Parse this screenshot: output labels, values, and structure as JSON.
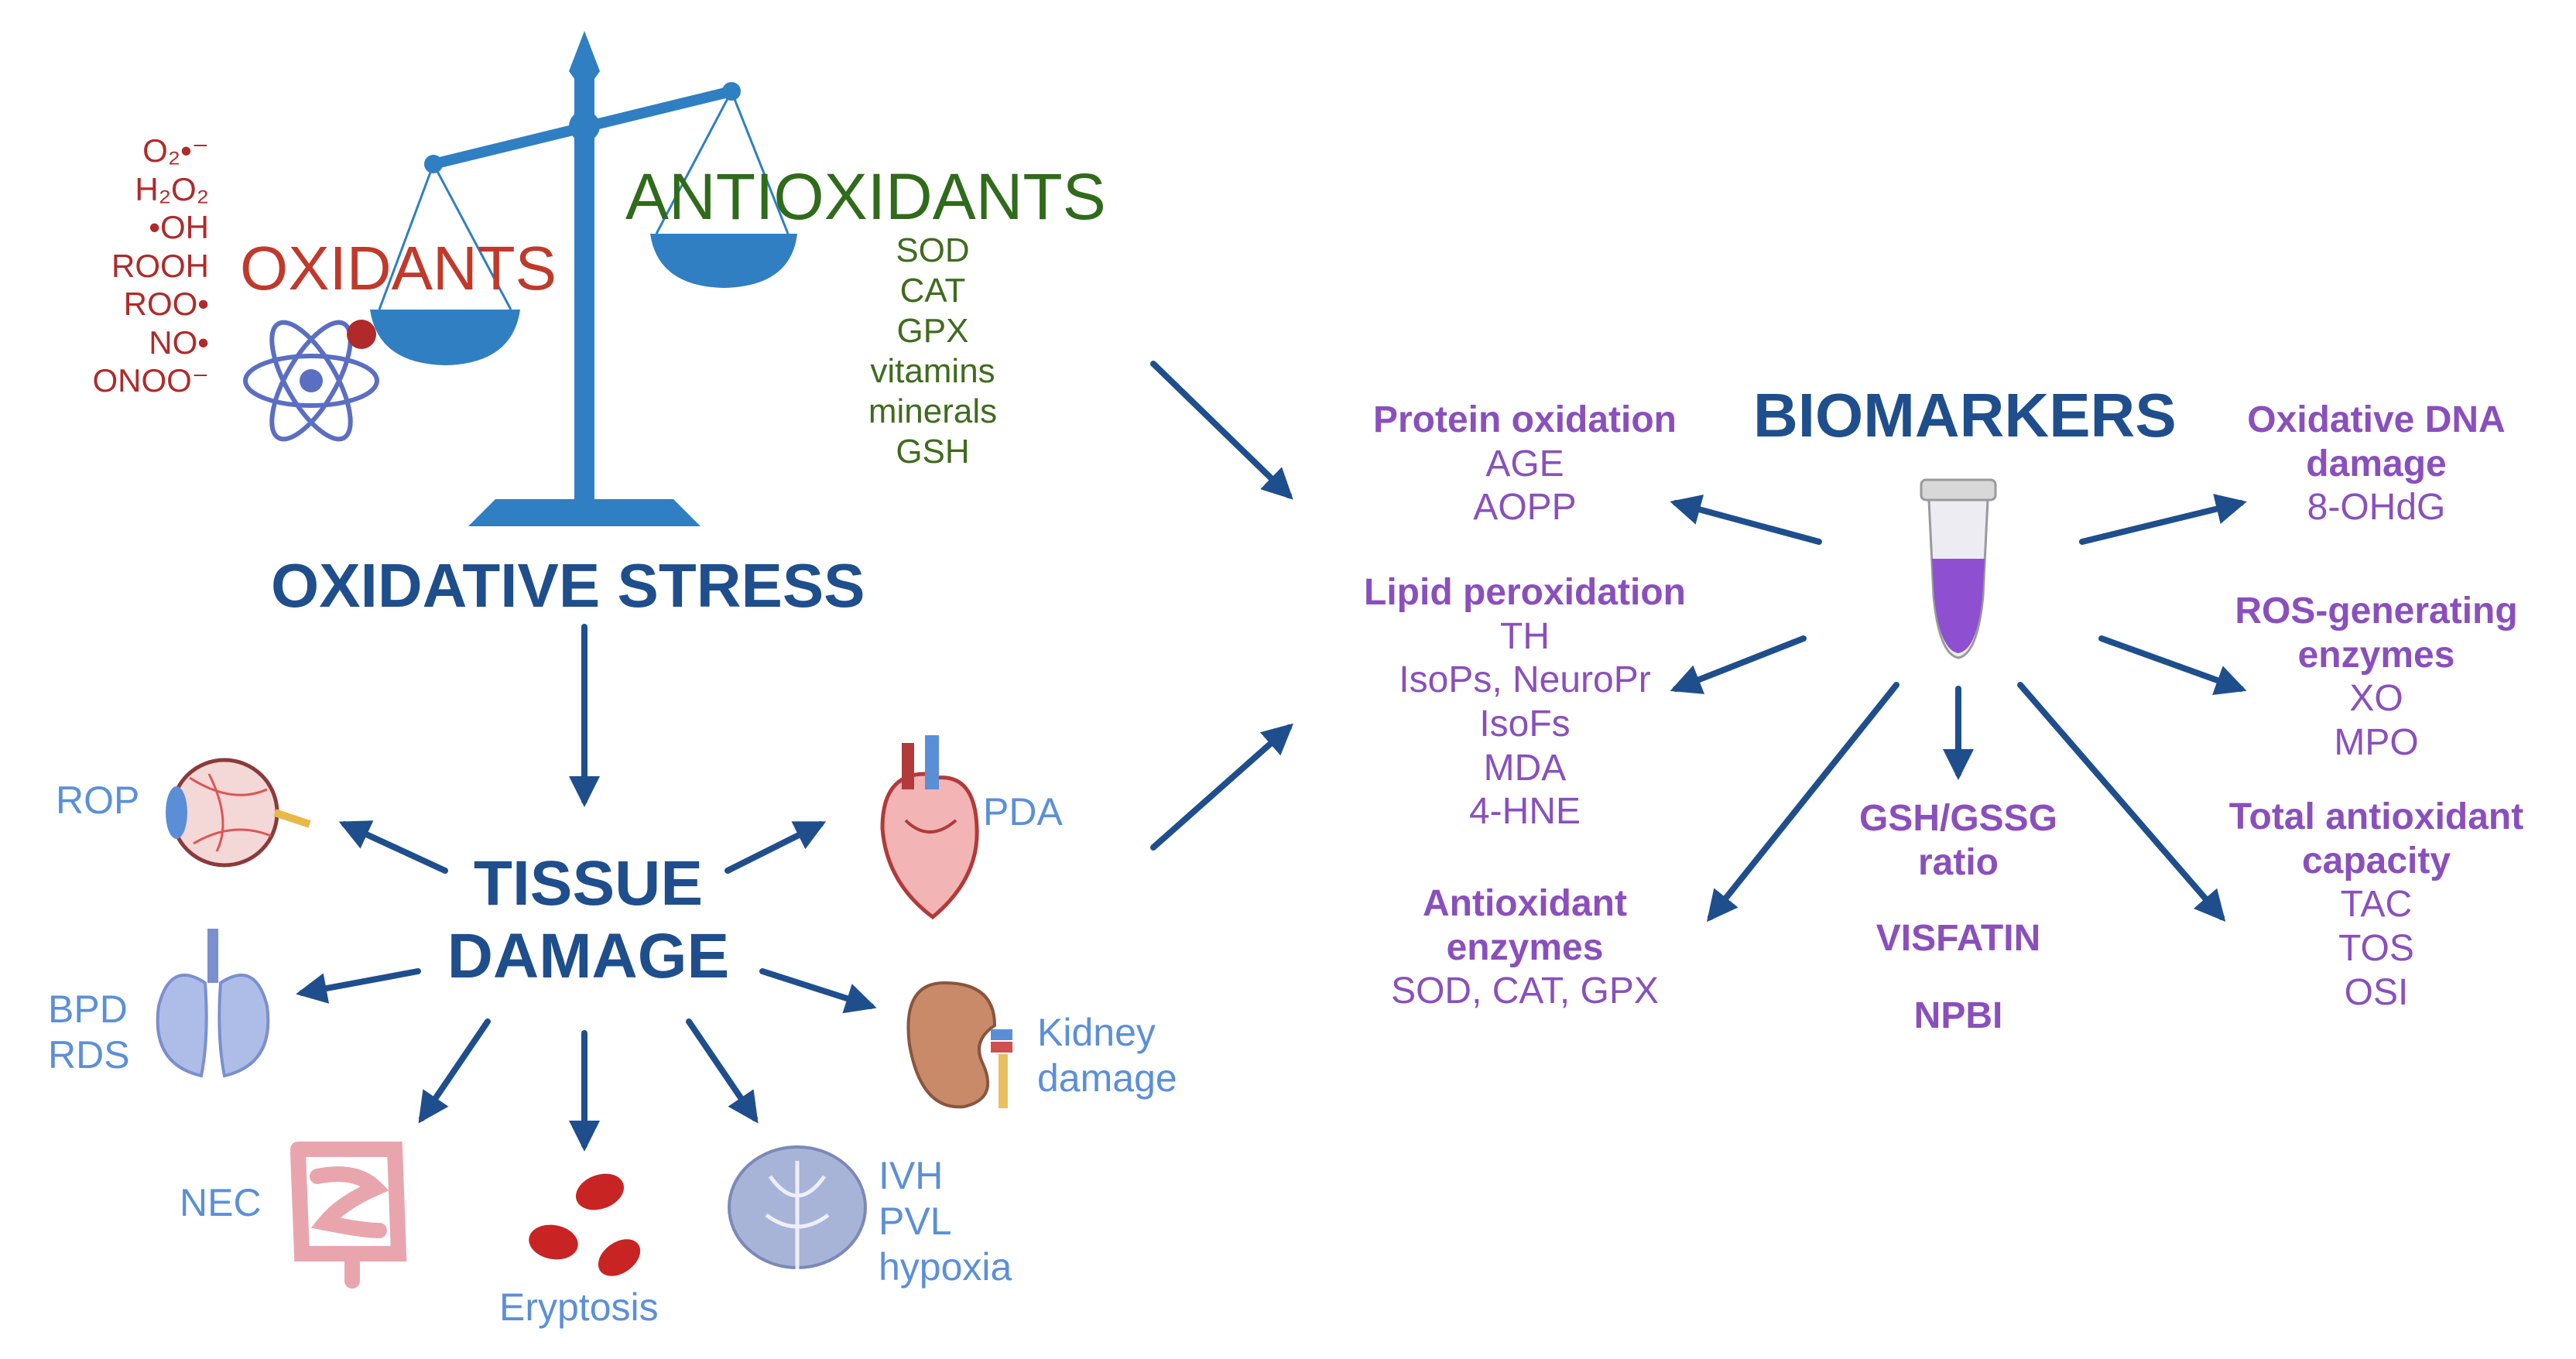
{
  "colors": {
    "oxidant": "#b02a2a",
    "antioxidant": "#3f6b1e",
    "scale": "#2f7fc2",
    "arrow": "#1f4e8c",
    "heading": "#1f4e8c",
    "tissue_label": "#5b8fd8",
    "biomarker": "#8a4fbd"
  },
  "balance": {
    "oxidants_title": "OXIDANTS",
    "antioxidants_title": "ANTIOXIDANTS",
    "oxidant_species": [
      "O₂•⁻",
      "H₂O₂",
      "•OH",
      "ROOH",
      "ROO•",
      "NO•",
      "ONOO⁻"
    ],
    "antioxidant_list": [
      "SOD",
      "CAT",
      "GPX",
      "vitamins",
      "minerals",
      "GSH"
    ],
    "title": "OXIDATIVE STRESS"
  },
  "tissue": {
    "title_line1": "TISSUE",
    "title_line2": "DAMAGE",
    "rop": "ROP",
    "pda": "PDA",
    "bpd": "BPD",
    "rds": "RDS",
    "kidney_line1": "Kidney",
    "kidney_line2": "damage",
    "nec": "NEC",
    "eryptosis": "Eryptosis",
    "ivh": "IVH",
    "pvl": "PVL",
    "hypoxia": "hypoxia"
  },
  "biomarkers": {
    "title": "BIOMARKERS",
    "protein": {
      "heading": "Protein oxidation",
      "items": [
        "AGE",
        "AOPP"
      ]
    },
    "lipid": {
      "heading": "Lipid peroxidation",
      "items": [
        "TH",
        "IsoPs, NeuroPr",
        "IsoFs",
        "MDA",
        "4-HNE"
      ]
    },
    "antiox_enzymes": {
      "heading_line1": "Antioxidant",
      "heading_line2": "enzymes",
      "items": [
        "SOD, CAT, GPX"
      ]
    },
    "gsh": {
      "line1": "GSH/GSSG",
      "line2": "ratio"
    },
    "visfatin": "VISFATIN",
    "npbi": "NPBI",
    "dna": {
      "heading_line1": "Oxidative DNA",
      "heading_line2": "damage",
      "items": [
        "8-OHdG"
      ]
    },
    "ros": {
      "heading_line1": "ROS-generating",
      "heading_line2": "enzymes",
      "items": [
        "XO",
        "MPO"
      ]
    },
    "tac": {
      "heading_line1": "Total antioxidant",
      "heading_line2": "capacity",
      "items": [
        "TAC",
        "TOS",
        "OSI"
      ]
    }
  }
}
